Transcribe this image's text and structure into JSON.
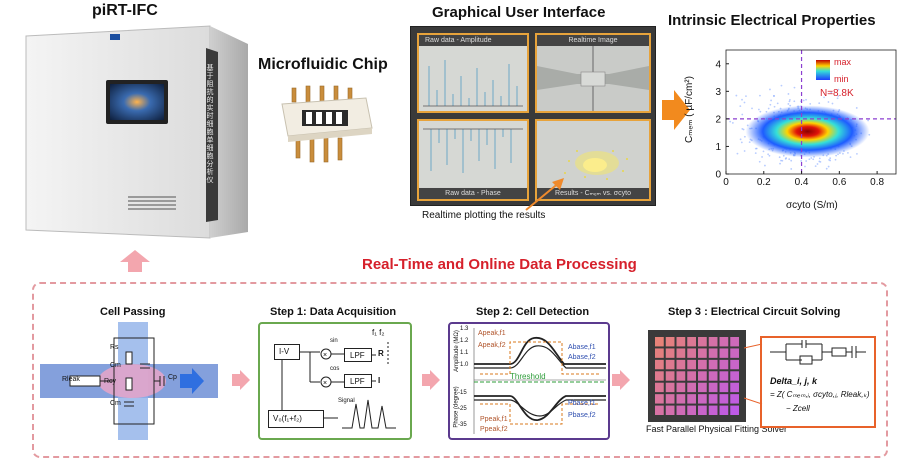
{
  "device": {
    "title": "piRT-IFC",
    "side_text": "基于阻抗的实时细胞单细胞分析仪"
  },
  "chip": {
    "title": "Microfluidic Chip"
  },
  "gui": {
    "title": "Graphical User Interface",
    "panels": [
      {
        "top": "Raw data - Amplitude",
        "bottom": ""
      },
      {
        "top": "Realtime Image",
        "bottom": ""
      },
      {
        "top": "",
        "bottom": "Raw data - Phase"
      },
      {
        "top": "",
        "bottom": "Results - Cₘₑₘ vs. σcyto"
      }
    ],
    "caption": "Realtime plotting the results"
  },
  "properties": {
    "title": "Intrinsic Electrical Properties",
    "legend_max": "max",
    "legend_min": "min",
    "count": "N=8.8K",
    "xlabel": "σcyto (S/m)",
    "ylabel": "Cₘₑₘ ( µF/cm²)"
  },
  "chart_data": {
    "type": "scatter",
    "title": "Intrinsic Electrical Properties",
    "xlabel": "σcyto (S/m)",
    "ylabel": "Cmem (µF/cm²)",
    "xlim": [
      0,
      0.9
    ],
    "ylim": [
      0,
      4.5
    ],
    "x_ticks": [
      "0",
      "0.2",
      "0.4",
      "0.6",
      "0.8"
    ],
    "y_ticks": [
      "0",
      "1",
      "2",
      "3",
      "4"
    ],
    "reference_lines": {
      "x": 0.4,
      "y": 2
    },
    "density_peak": {
      "x": 0.4,
      "y": 1.4
    },
    "annotation": "N=8.8K",
    "colormap": "jet",
    "grid": false
  },
  "processing": {
    "title": "Real-Time and Online Data Processing",
    "steps": [
      {
        "title": "Cell Passing"
      },
      {
        "title": "Step 1: Data Acquisition"
      },
      {
        "title": "Step 2: Cell Detection"
      },
      {
        "title": "Step 3 : Electrical Circuit Solving"
      }
    ],
    "cell": {
      "rlock": "Rleak",
      "r1": "Rs",
      "r2": "Rcy",
      "c1": "Cm",
      "c2": "Cm",
      "c3": "Cp"
    },
    "acq": {
      "iv": "I-V",
      "lpf1": "LPF",
      "lpf2": "LPF",
      "r": "R",
      "i": "I",
      "freqs": "f₁ f₂",
      "src": "V₀(f₁+f₂)",
      "signal": "Signal",
      "sin": "sin",
      "cos": "cos"
    },
    "detect": {
      "yl_top": "Amplitude (MΩ)",
      "yl_bottom": "Phase (degree)",
      "threshold": "Threshold",
      "a_peak": "Apeak,f1",
      "a_peak2": "Apeak,f2",
      "a_base": "Abase,f1",
      "a_base2": "Abase,f2",
      "p_peak": "Ppeak,f1",
      "p_peak2": "Ppeak,f2",
      "p_base": "Pbase,f1",
      "p_base2": "Pbase,f2",
      "ticks_top": [
        "1.3",
        "1.2",
        "1.1",
        "1.0"
      ],
      "ticks_bottom": [
        "-15",
        "-25",
        "-35"
      ]
    },
    "solver": {
      "caption": "Fast Parallel Physical Fitting Solver",
      "eq1": "Delta_i, j, k",
      "eq2": "= Z( Cₘₑₘ,ᵢ, σcyto,ⱼ, Rleak,ₖ)",
      "eq3": "− Zcell"
    }
  },
  "colors": {
    "accent_red": "#d6202b",
    "dash_border": "#e39aa0",
    "gui_frame": "#e7a33b",
    "pink_arrow": "#f3a6ae",
    "purple_dash": "#8c3fd1",
    "green_frame": "#6aa84f",
    "purple_frame": "#5b3a8e",
    "solver_frame": "#e8622a"
  }
}
